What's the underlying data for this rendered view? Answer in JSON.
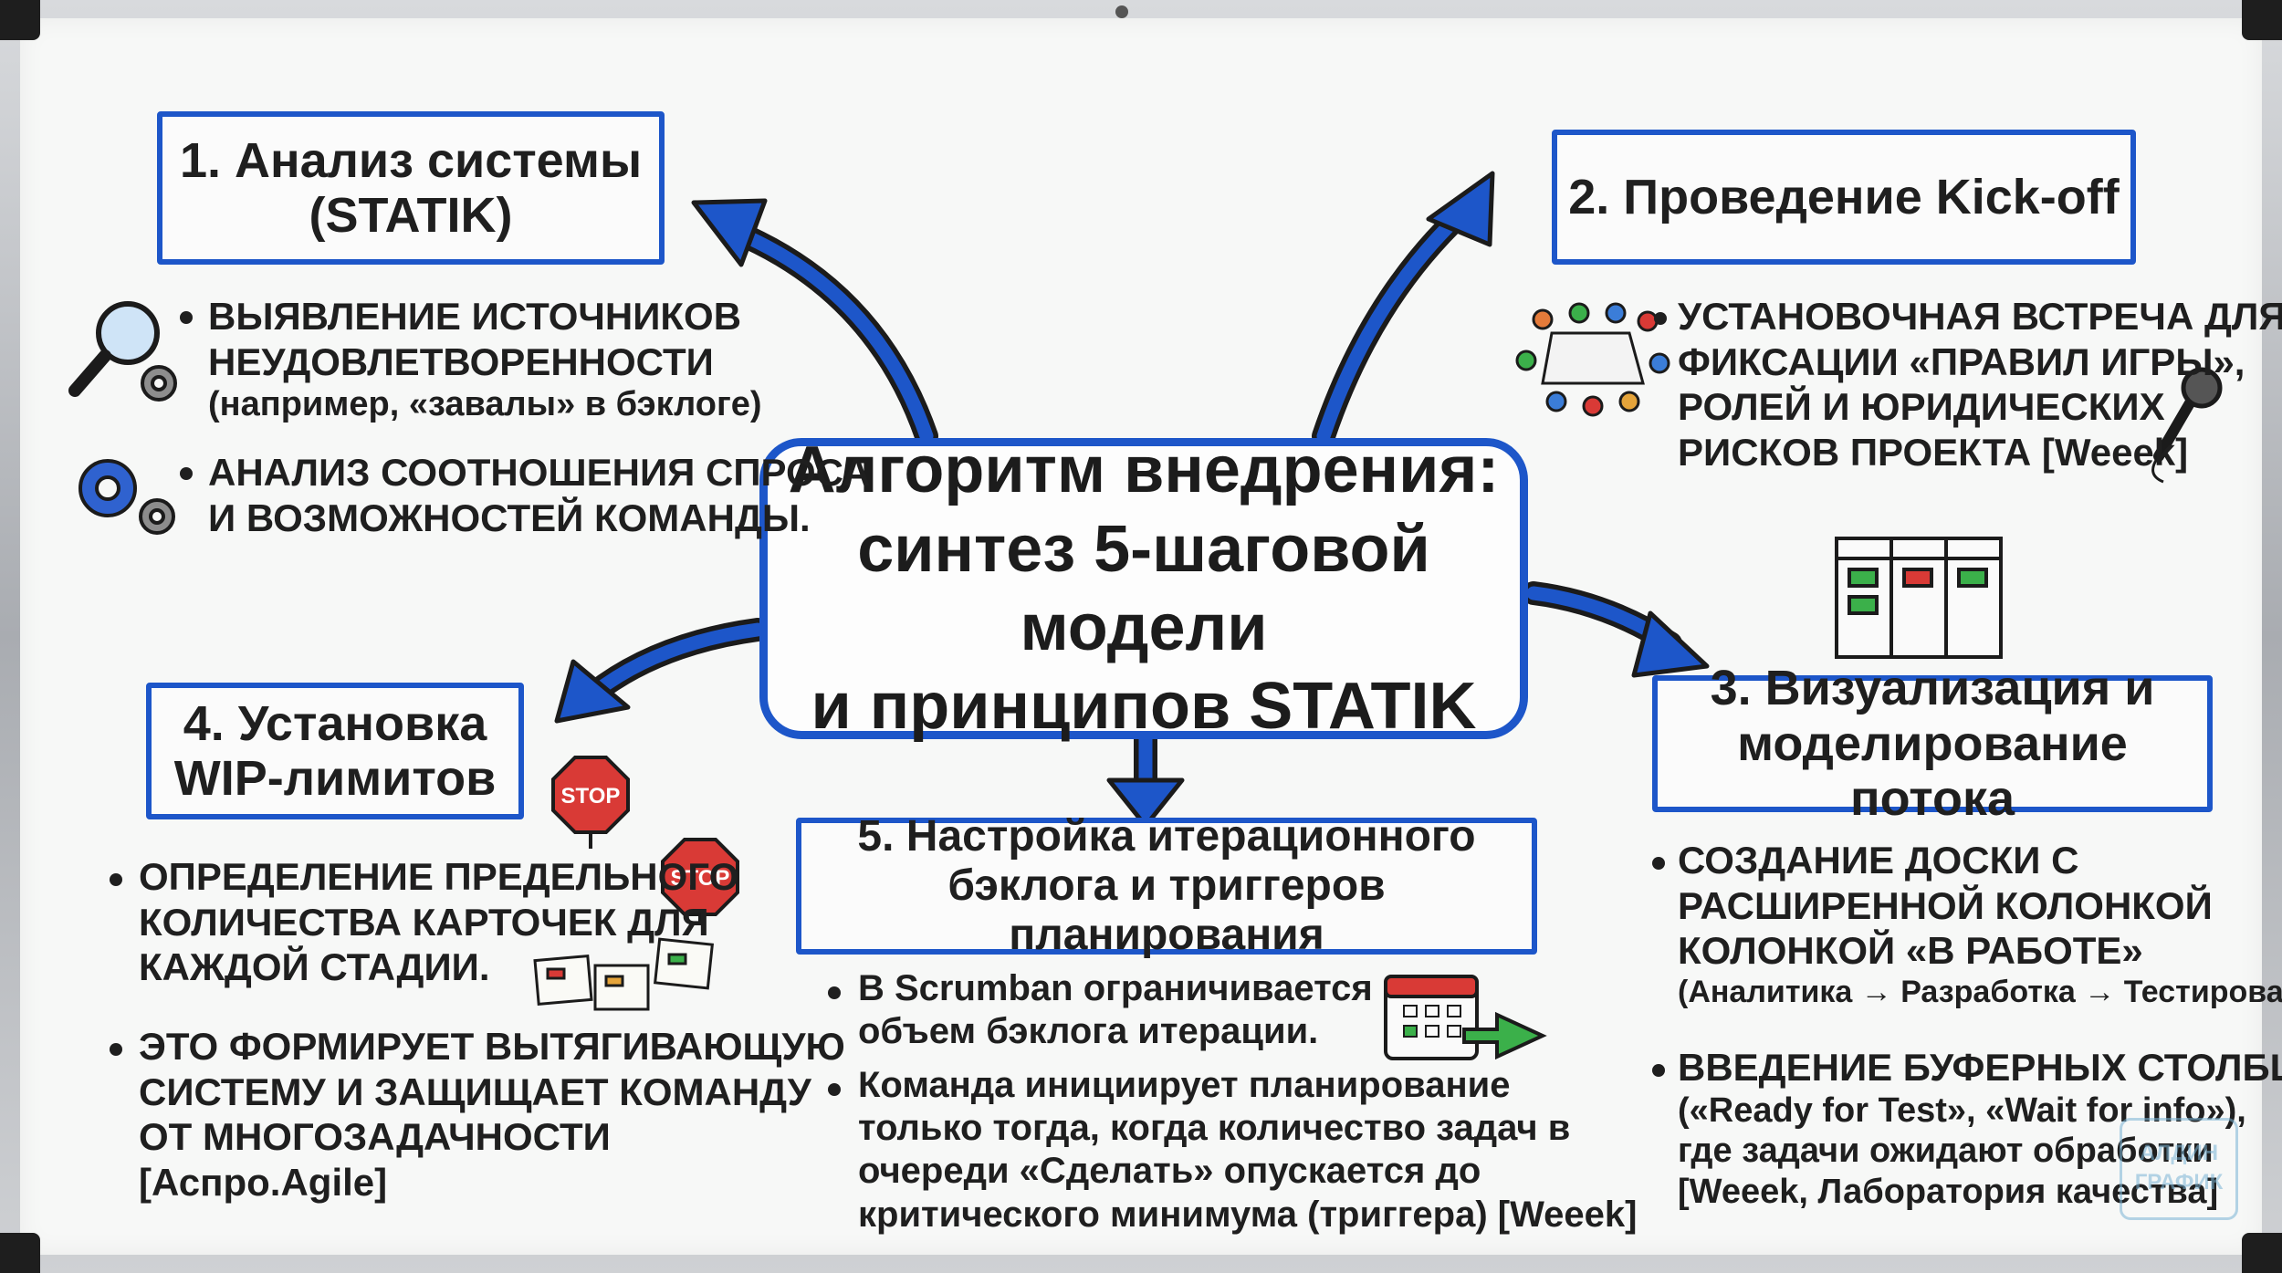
{
  "central": {
    "line1": "Алгоритм внедрения:",
    "line2": "синтез 5-шаговой модели",
    "line3": "и принципов STATIK"
  },
  "step1": {
    "title_line1": "1. Анализ системы",
    "title_line2": "(STATIK)",
    "b1_line1": "ВЫЯВЛЕНИЕ ИСТОЧНИКОВ",
    "b1_line2": "НЕУДОВЛЕТВОРЕННОСТИ",
    "b1_line3": "(например, «завалы» в бэклоге)",
    "b2_line1": "АНАЛИЗ СООТНОШЕНИЯ СПРОСА",
    "b2_line2": "И ВОЗМОЖНОСТЕЙ КОМАНДЫ."
  },
  "step2": {
    "title": "2. Проведение Kick-off",
    "b1_line1": "УСТАНОВОЧНАЯ ВСТРЕЧА ДЛЯ",
    "b1_line2": "ФИКСАЦИИ «ПРАВИЛ ИГРЫ»,",
    "b1_line3": "РОЛЕЙ И ЮРИДИЧЕСКИХ",
    "b1_line4": "РИСКОВ ПРОЕКТА [Weeek]"
  },
  "step3": {
    "title_line1": "3. Визуализация и",
    "title_line2": "моделирование потока",
    "b1_line1": "СОЗДАНИЕ ДОСКИ С",
    "b1_line2": "РАСШИРЕННОЙ КОЛОНКОЙ",
    "b1_line3": "КОЛОНКОЙ «В РАБОТЕ»",
    "b1_line4": "(Аналитика → Разработка → Тестирование)",
    "b2_line1": "ВВЕДЕНИЕ БУФЕРНЫХ СТОЛБЦОВ",
    "b2_line2": "(«Ready for Test», «Wait for info»),",
    "b2_line3": "где задачи ожидают обработки",
    "b2_line4": "[Weeek, Лаборатория качества]"
  },
  "step4": {
    "title_line1": "4. Установка",
    "title_line2": "WIP-лимитов",
    "b1_line1": "ОПРЕДЕЛЕНИЕ ПРЕДЕЛЬНОГО",
    "b1_line2": "КОЛИЧЕСТВА КАРТОЧЕК ДЛЯ",
    "b1_line3": "КАЖДОЙ СТАДИИ.",
    "b2_line1": "ЭТО ФОРМИРУЕТ ВЫТЯГИВАЮЩУЮ",
    "b2_line2": "СИСТЕМУ И ЗАЩИЩАЕТ КОМАНДУ",
    "b2_line3": "ОТ МНОГОЗАДАЧНОСТИ",
    "b2_line4": "[Аспро.Agile]",
    "stop_label": "STOP"
  },
  "step5": {
    "title_line1": "5. Настройка итерационного",
    "title_line2": "бэклога и триггеров планирования",
    "b1_line1": "В Scrumban ограничивается",
    "b1_line2": "объем бэклога итерации.",
    "b2_line1": "Команда инициирует планирование",
    "b2_line2": "только тогда, когда количество задач в",
    "b2_line3": "очереди «Сделать» опускается до",
    "b2_line4": "критического минимума (триггера) [Weeek]"
  },
  "watermark": {
    "line1": "АЛДИН",
    "line2": "ГРАФИК"
  },
  "colors": {
    "accent": "#1d56c9",
    "ink": "#1f1f1f",
    "stop": "#d93a36",
    "green": "#3bb04a"
  },
  "icons": [
    "magnifier-icon",
    "gear-icon",
    "meeting-icon",
    "microphone-icon",
    "kanban-board-icon",
    "stop-sign-icon",
    "cards-icon",
    "calendar-icon",
    "arrow-icon"
  ]
}
